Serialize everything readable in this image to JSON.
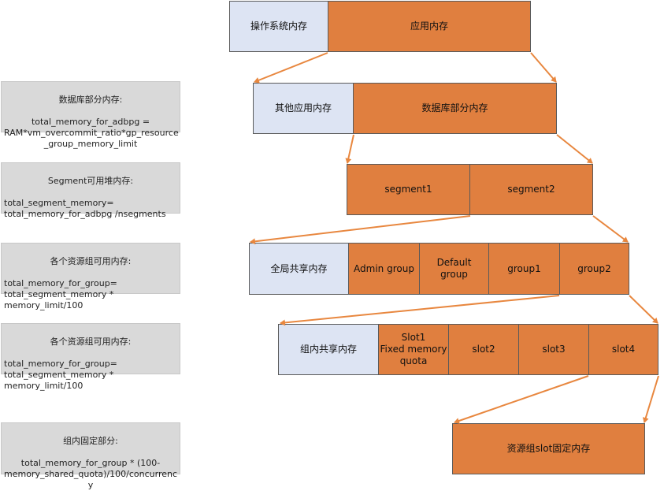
{
  "colors": {
    "app_memory": "#e07f3f",
    "os_memory": "#dde4f3",
    "arrow": "#e8873f",
    "note_bg": "#d9d9d9"
  },
  "row1": {
    "os_memory": "操作系统内存",
    "app_memory": "应用内存"
  },
  "row2": {
    "other_app_memory": "其他应用内存",
    "db_memory": "数据库部分内存"
  },
  "row3": {
    "segment1": "segment1",
    "segment2": "segment2"
  },
  "row4": {
    "global_shared": "全局共享内存",
    "admin_group": "Admin group",
    "default_group": "Default\ngroup",
    "group1": "group1",
    "group2": "group2"
  },
  "row5": {
    "group_shared": "组内共享内存",
    "slot1": "Slot1\nFixed memory\nquota",
    "slot2": "slot2",
    "slot3": "slot3",
    "slot4": "slot4"
  },
  "row6": {
    "slot_fixed": "资源组slot固定内存"
  },
  "notes": {
    "db_memory": {
      "title": "数据库部分内存:",
      "body": "total_memory_for_adbpg =\nRAM*vm_overcommit_ratio*gp_resource\n_group_memory_limit"
    },
    "segment_memory": {
      "title": "Segment可用堆内存:",
      "body": "total_segment_memory=\ntotal_memory_for_adbpg /nsegments"
    },
    "group_memory_1": {
      "title": "各个资源组可用内存:",
      "body": "total_memory_for_group=\ntotal_segment_memory *\nmemory_limit/100"
    },
    "group_memory_2": {
      "title": "各个资源组可用内存:",
      "body": "total_memory_for_group=\ntotal_segment_memory *\nmemory_limit/100"
    },
    "fixed_part": {
      "title": "组内固定部分:",
      "body": "total_memory_for_group * (100-\nmemory_shared_quota)/100/concurrenc\ny"
    }
  }
}
